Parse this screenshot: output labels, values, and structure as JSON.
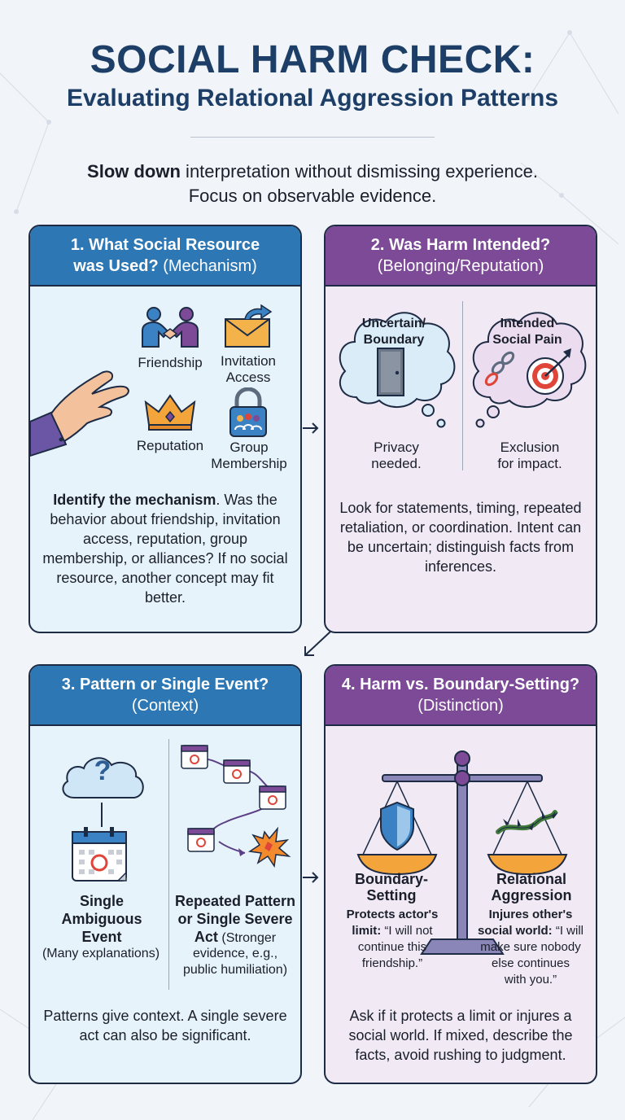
{
  "header": {
    "title": "SOCIAL HARM CHECK:",
    "subtitle": "Evaluating Relational Aggression Patterns",
    "intro_bold": "Slow down",
    "intro_rest_1": " interpretation without dismissing experience.",
    "intro_line_2": "Focus on observable evidence."
  },
  "cards": {
    "c1": {
      "title_bold_1": "1. What Social Resource",
      "title_bold_2": "was Used?",
      "title_light": " (Mechanism)",
      "icons": {
        "friendship": "Friendship",
        "invitation_1": "Invitation",
        "invitation_2": "Access",
        "reputation": "Reputation",
        "group_1": "Group",
        "group_2": "Membership"
      },
      "body_bold": "Identify the mechanism",
      "body_rest": ". Was the behavior about friendship, invitation access, reputation, group membership, or alliances? If no social resource, another concept may fit better."
    },
    "c2": {
      "title_bold": "2. Was Harm Intended?",
      "title_light": "(Belonging/Reputation)",
      "left_cloud_1": "Uncertain/",
      "left_cloud_2": "Boundary",
      "left_caption_1": "Privacy",
      "left_caption_2": "needed.",
      "right_cloud_1": "Intended",
      "right_cloud_2": "Social Pain",
      "right_caption_1": "Exclusion",
      "right_caption_2": "for impact.",
      "body": "Look for statements, timing, repeated retaliation, or coordination. Intent can be uncertain; distinguish facts from inferences."
    },
    "c3": {
      "title_bold": "3. Pattern or Single Event?",
      "title_light": "(Context)",
      "left_1": "Single",
      "left_2": "Ambiguous",
      "left_3": "Event",
      "left_note": "(Many explanations)",
      "right_1": "Repeated Pattern",
      "right_2": "or Single Severe",
      "right_3": "Act",
      "right_note_1": " (Stronger",
      "right_note_2": "evidence, e.g.,",
      "right_note_3": "public humiliation)",
      "question_mark": "?",
      "body": "Patterns give context. A single severe act can also be significant."
    },
    "c4": {
      "title_bold": "4. Harm vs. Boundary-Setting?",
      "title_light": "(Distinction)",
      "left_title_1": "Boundary-",
      "left_title_2": "Setting",
      "left_desc_1": "Protects actor's",
      "left_desc_2_bold": "limit:",
      "left_desc_2_rest": " “I will not",
      "left_desc_3": "continue this",
      "left_desc_4": "friendship.”",
      "right_title_1": "Relational",
      "right_title_2": "Aggression",
      "right_desc_1": "Injures other's",
      "right_desc_2_bold": "social world:",
      "right_desc_2_rest": " “I will",
      "right_desc_3": "make sure nobody",
      "right_desc_4": "else continues",
      "right_desc_5": "with you.”",
      "body": "Ask if it protects a limit or injures a social world. If mixed, describe the facts, avoid rushing to judgment."
    }
  },
  "colors": {
    "navy": "#1d3e66",
    "blue_header": "#2d78b4",
    "purple_header": "#7c4a97",
    "blue_card": "#e7f3fb",
    "purple_card": "#f1eaf4",
    "accent_red": "#e0453a",
    "accent_orange": "#f3a43a"
  }
}
